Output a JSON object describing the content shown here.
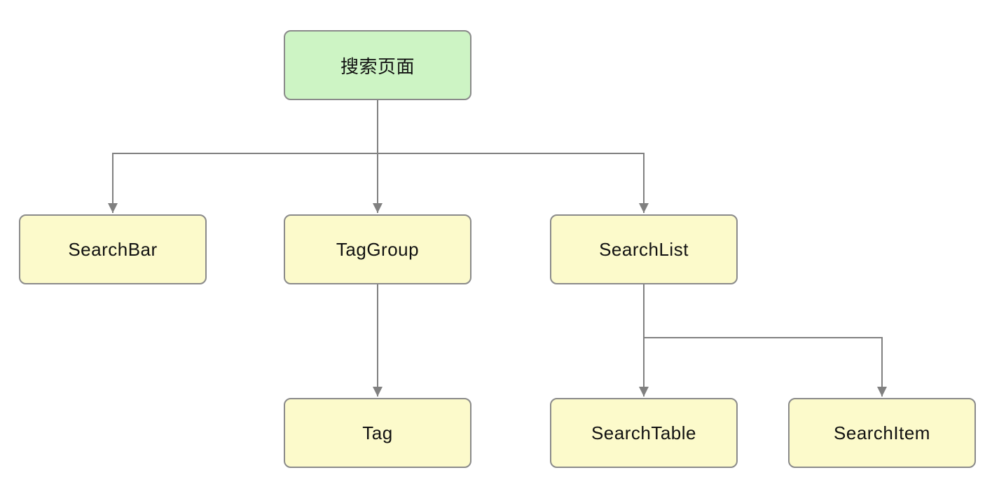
{
  "diagram": {
    "nodes": {
      "search_page": {
        "label": "搜索页面",
        "type": "root"
      },
      "search_bar": {
        "label": "SearchBar",
        "type": "child"
      },
      "tag_group": {
        "label": "TagGroup",
        "type": "child"
      },
      "search_list": {
        "label": "SearchList",
        "type": "child"
      },
      "tag": {
        "label": "Tag",
        "type": "child"
      },
      "search_table": {
        "label": "SearchTable",
        "type": "child"
      },
      "search_item": {
        "label": "SearchItem",
        "type": "child"
      }
    },
    "edges": [
      {
        "from": "搜索页面",
        "to": "SearchBar"
      },
      {
        "from": "搜索页面",
        "to": "TagGroup"
      },
      {
        "from": "搜索页面",
        "to": "SearchList"
      },
      {
        "from": "TagGroup",
        "to": "Tag"
      },
      {
        "from": "SearchList",
        "to": "SearchTable"
      },
      {
        "from": "SearchList",
        "to": "SearchItem"
      }
    ],
    "colors": {
      "root-fill": "#cdf4c4",
      "node-fill": "#fcfacb",
      "node-border": "#8a8a8a",
      "connector": "#808080",
      "text": "#111111",
      "bg": "#ffffff"
    }
  }
}
